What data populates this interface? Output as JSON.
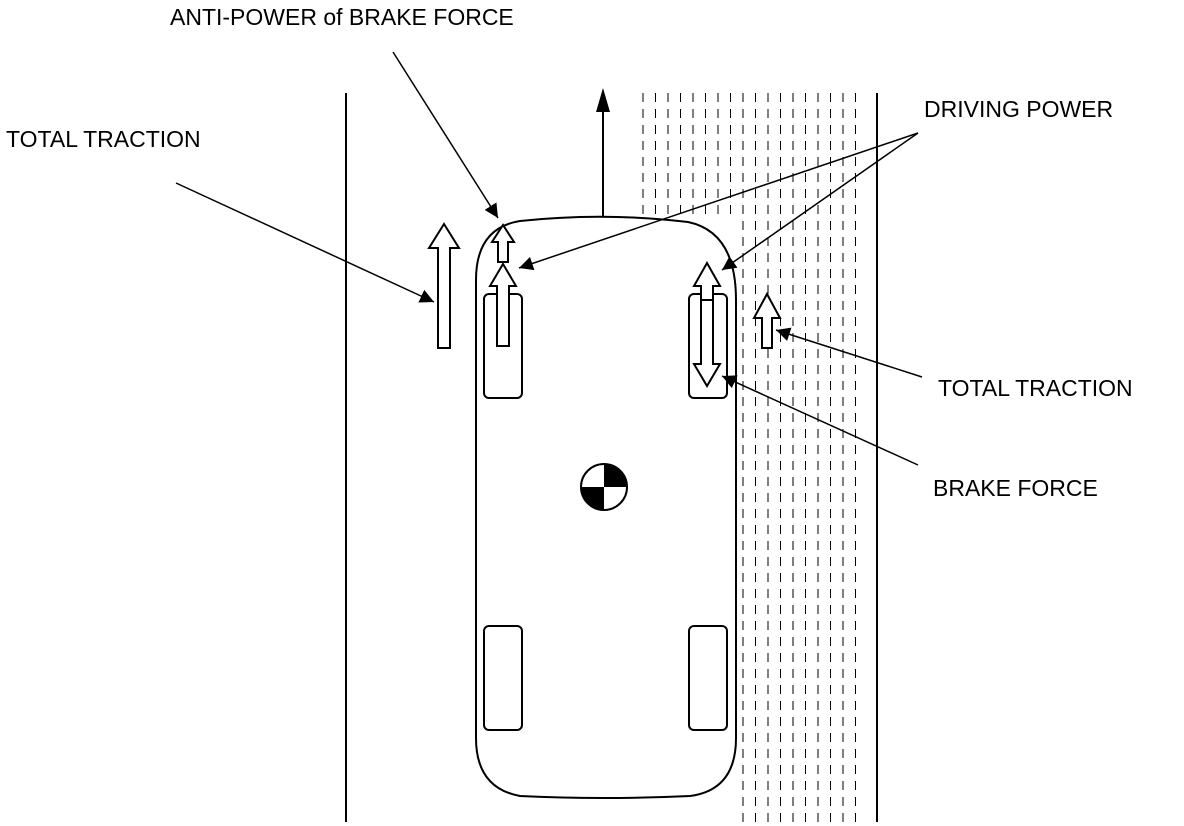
{
  "labels": {
    "anti_power_brake_force": "ANTI-POWER of BRAKE FORCE",
    "total_traction_left": "TOTAL TRACTION",
    "driving_power": "DRIVING POWER",
    "total_traction_right": "TOTAL TRACTION",
    "brake_force": "BRAKE FORCE"
  },
  "colors": {
    "line": "#000000",
    "background": "#ffffff"
  }
}
